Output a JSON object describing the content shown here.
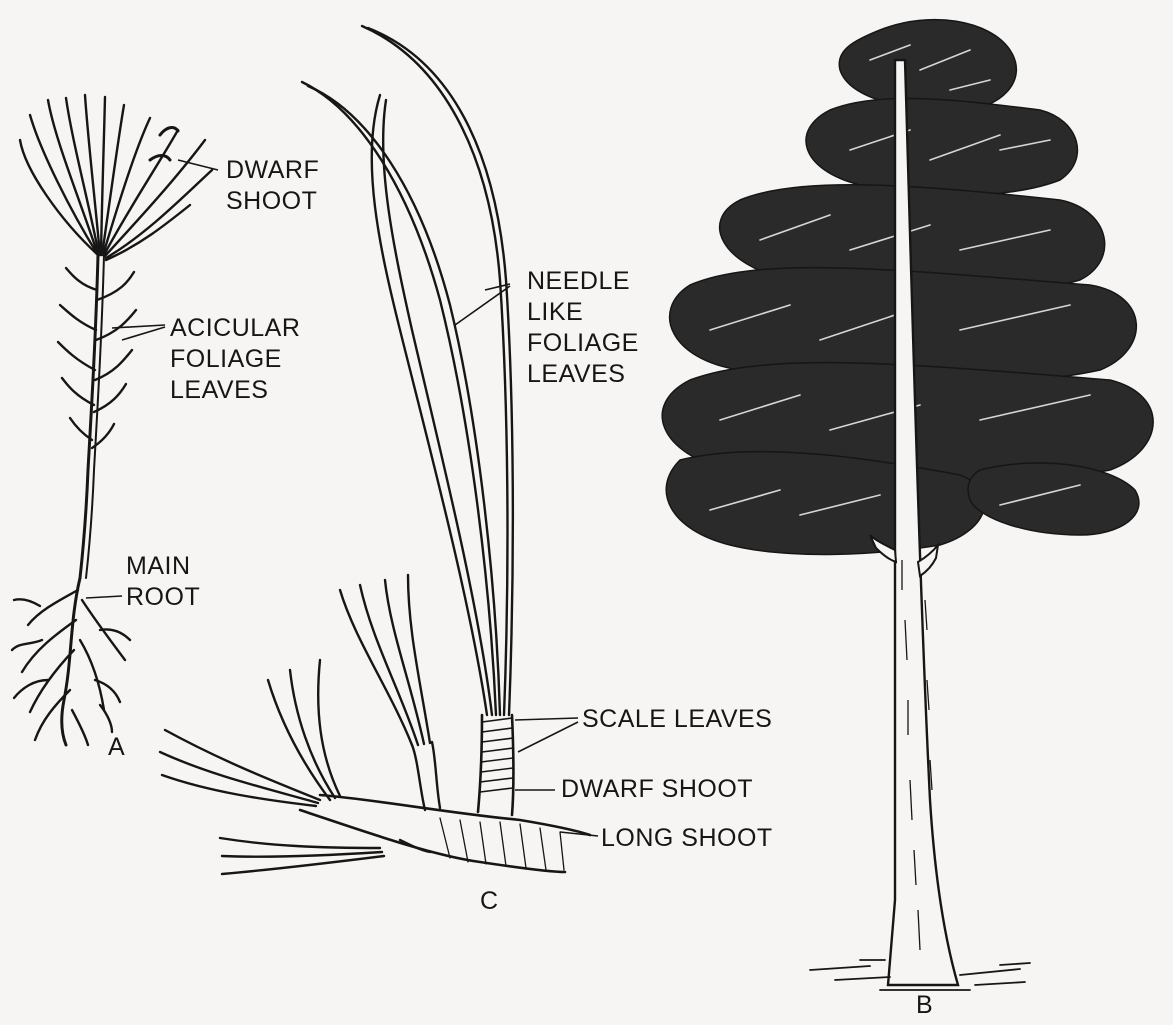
{
  "labels": {
    "dwarf_shoot_a": [
      "DWARF",
      "SHOOT"
    ],
    "acicular": [
      "ACICULAR",
      "FOLIAGE",
      "LEAVES"
    ],
    "main_root": [
      "MAIN",
      "ROOT"
    ],
    "needle": [
      "NEEDLE",
      "LIKE",
      "FOLIAGE",
      "LEAVES"
    ],
    "scale_leaves": "SCALE LEAVES",
    "dwarf_shoot_c": "DWARF SHOOT",
    "long_shoot": "LONG SHOOT"
  },
  "panels": {
    "a": "A",
    "b": "B",
    "c": "C"
  },
  "colors": {
    "ink": "#161616",
    "paper": "#f6f5f3",
    "foliage": "#2a2a2a"
  }
}
